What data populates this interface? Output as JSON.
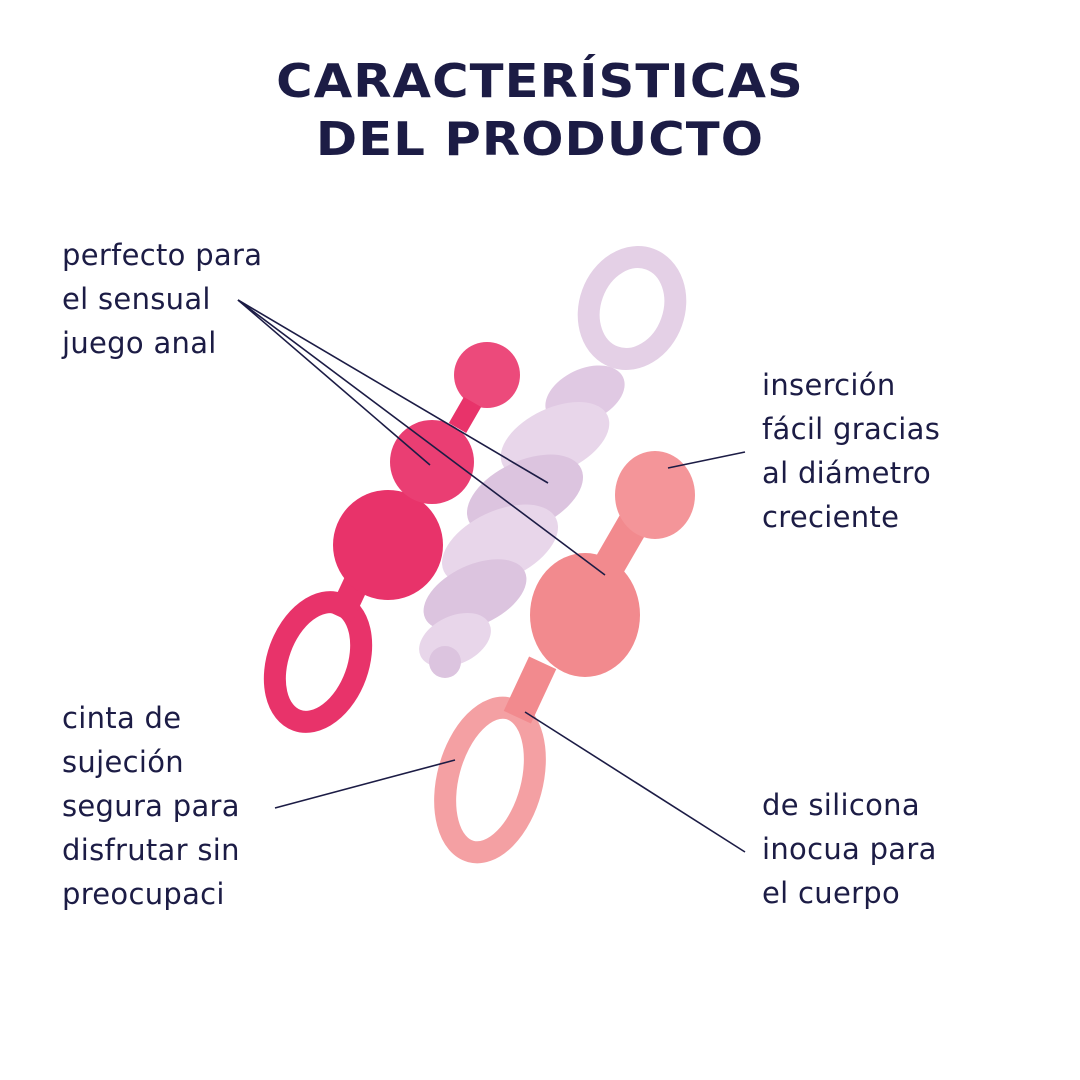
{
  "title": {
    "line1": "CARACTERÍSTICAS",
    "line2": "DEL PRODUCTO"
  },
  "callouts": {
    "top_left": [
      "perfecto para",
      "el sensual",
      "juego anal"
    ],
    "top_right": [
      "inserción",
      "fácil gracias",
      "al diámetro",
      "creciente"
    ],
    "bottom_left": [
      "cinta de",
      "sujeción",
      "segura para",
      "disfrutar sin",
      "preocupaci"
    ],
    "bottom_right": [
      "de silicona",
      "inocua para",
      "el cuerpo"
    ]
  },
  "colors": {
    "text": "#1c1c45",
    "magenta": "#e8336a",
    "lavender": "#e4d0e6",
    "salmon": "#f28a8e"
  }
}
